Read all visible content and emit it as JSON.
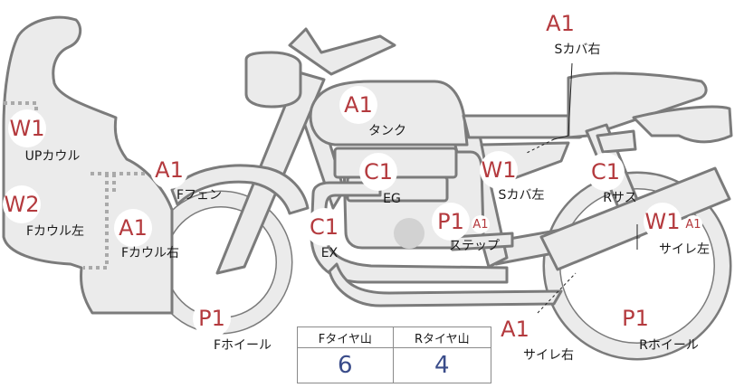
{
  "parts": [
    {
      "id": "s-cover-right",
      "codes": [
        "A1"
      ],
      "label": "Sカバ右"
    },
    {
      "id": "tank",
      "codes": [
        "A1"
      ],
      "label": "タンク"
    },
    {
      "id": "up-cowl",
      "codes": [
        "W1"
      ],
      "label": "UPカウル"
    },
    {
      "id": "front-fender",
      "codes": [
        "A1"
      ],
      "label": "Fフェン"
    },
    {
      "id": "engine",
      "codes": [
        "C1"
      ],
      "label": "EG"
    },
    {
      "id": "s-cover-left",
      "codes": [
        "W1"
      ],
      "label": "Sカバ左"
    },
    {
      "id": "rear-suspension",
      "codes": [
        "C1"
      ],
      "label": "Rサス"
    },
    {
      "id": "f-cowl-left",
      "codes": [
        "W2"
      ],
      "label": "Fカウル左"
    },
    {
      "id": "f-cowl-right",
      "codes": [
        "A1"
      ],
      "label": "Fカウル右"
    },
    {
      "id": "exhaust",
      "codes": [
        "C1"
      ],
      "label": "EX"
    },
    {
      "id": "step",
      "codes": [
        "P1",
        "A1"
      ],
      "label": "ステップ"
    },
    {
      "id": "silencer-left",
      "codes": [
        "W1",
        "A1"
      ],
      "label": "サイレ左"
    },
    {
      "id": "silencer-right",
      "codes": [
        "A1"
      ],
      "label": "サイレ右"
    },
    {
      "id": "front-wheel",
      "codes": [
        "P1"
      ],
      "label": "Fホイール"
    },
    {
      "id": "rear-wheel",
      "codes": [
        "P1"
      ],
      "label": "Rホイール"
    }
  ],
  "tread_table": {
    "headers": [
      "Fタイヤ山",
      "Rタイヤ山"
    ],
    "values": [
      "6",
      "4"
    ]
  },
  "colors": {
    "code": "#b43a3e",
    "value": "#3a4c8a",
    "body": "#ebebeb",
    "outline": "#7b7b7b"
  }
}
